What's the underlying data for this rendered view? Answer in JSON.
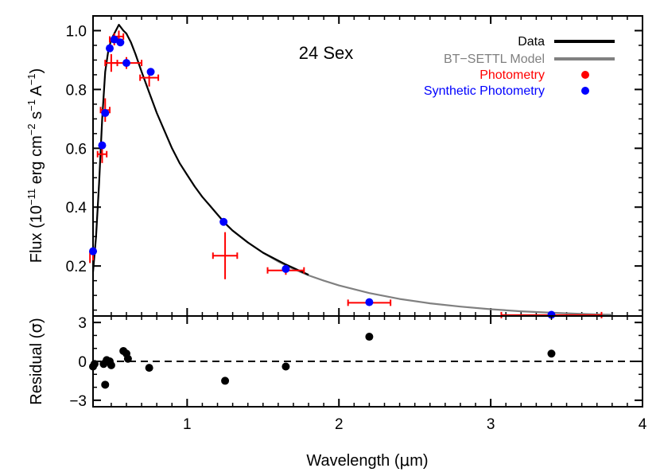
{
  "chart_data": [
    {
      "type": "line",
      "panel": "top",
      "title": "24 Sex",
      "xlabel": "",
      "ylabel": "Flux (10^{-11} erg cm^{-2} s^{-1} A^{-1})",
      "ylabel_parts": {
        "a": "Flux (10",
        "b": "−11",
        "c": " erg cm",
        "d": "−2",
        "e": " s",
        "f": "−1",
        "g": " A",
        "h": "−1",
        "i": ")"
      },
      "xlim": [
        0.38,
        4.0
      ],
      "ylim": [
        0.03,
        1.05
      ],
      "ytick_values": [
        0.2,
        0.4,
        0.6,
        0.8,
        1.0
      ],
      "ytick_labels": [
        "0.2",
        "0.4",
        "0.6",
        "0.8",
        "1.0"
      ],
      "grid": false,
      "legend_position": "top-right",
      "legend": [
        {
          "label": "Data",
          "kind": "line",
          "color": "#000000"
        },
        {
          "label": "BT−SETTL Model",
          "kind": "line",
          "color": "#808080"
        },
        {
          "label": "Photometry",
          "kind": "dot",
          "color": "#ff0000"
        },
        {
          "label": "Synthetic Photometry",
          "kind": "dot",
          "color": "#0000ff"
        }
      ],
      "series": [
        {
          "name": "Data",
          "color": "#000000",
          "x": [
            0.38,
            0.4,
            0.42,
            0.44,
            0.46,
            0.48,
            0.5,
            0.52,
            0.55,
            0.58,
            0.6,
            0.63,
            0.66,
            0.7,
            0.75,
            0.8,
            0.85,
            0.9,
            0.95,
            1.0,
            1.05,
            1.1,
            1.15,
            1.2,
            1.25,
            1.3,
            1.4,
            1.5,
            1.65,
            1.8
          ],
          "values": [
            0.18,
            0.3,
            0.48,
            0.7,
            0.86,
            0.93,
            0.97,
            0.99,
            1.02,
            1.0,
            0.99,
            0.96,
            0.92,
            0.86,
            0.79,
            0.72,
            0.66,
            0.6,
            0.55,
            0.51,
            0.47,
            0.435,
            0.405,
            0.375,
            0.345,
            0.32,
            0.28,
            0.245,
            0.205,
            0.17
          ]
        },
        {
          "name": "BT−SETTL Model",
          "color": "#808080",
          "x": [
            1.3,
            1.4,
            1.5,
            1.6,
            1.7,
            1.8,
            1.9,
            2.0,
            2.2,
            2.4,
            2.6,
            2.8,
            3.0,
            3.2,
            3.4,
            3.6,
            3.8
          ],
          "values": [
            0.32,
            0.28,
            0.245,
            0.215,
            0.19,
            0.168,
            0.15,
            0.134,
            0.108,
            0.088,
            0.073,
            0.062,
            0.053,
            0.046,
            0.041,
            0.037,
            0.034
          ]
        }
      ],
      "photometry": {
        "name": "Photometry",
        "color": "#ff0000",
        "points": [
          {
            "x": 0.36,
            "y": 0.23,
            "xerr": 0.02,
            "yerr": 0.02
          },
          {
            "x": 0.44,
            "y": 0.58,
            "xerr": 0.03,
            "yerr": 0.03
          },
          {
            "x": 0.46,
            "y": 0.73,
            "xerr": 0.03,
            "yerr": 0.04
          },
          {
            "x": 0.5,
            "y": 0.89,
            "xerr": 0.04,
            "yerr": 0.03
          },
          {
            "x": 0.52,
            "y": 0.97,
            "xerr": 0.03,
            "yerr": 0.02
          },
          {
            "x": 0.55,
            "y": 0.98,
            "xerr": 0.03,
            "yerr": 0.02
          },
          {
            "x": 0.6,
            "y": 0.89,
            "xerr": 0.1,
            "yerr": 0.02
          },
          {
            "x": 0.75,
            "y": 0.84,
            "xerr": 0.06,
            "yerr": 0.03
          },
          {
            "x": 1.25,
            "y": 0.235,
            "xerr": 0.08,
            "yerr": 0.08
          },
          {
            "x": 1.65,
            "y": 0.185,
            "xerr": 0.12,
            "yerr": 0.015
          },
          {
            "x": 2.2,
            "y": 0.075,
            "xerr": 0.14,
            "yerr": 0.01
          },
          {
            "x": 3.4,
            "y": 0.033,
            "xerr": 0.33,
            "yerr": 0.005
          }
        ]
      },
      "synthetic_photometry": {
        "name": "Synthetic Photometry",
        "color": "#0000ff",
        "points": [
          {
            "x": 0.35,
            "y": 0.25
          },
          {
            "x": 0.44,
            "y": 0.61
          },
          {
            "x": 0.46,
            "y": 0.72
          },
          {
            "x": 0.49,
            "y": 0.94
          },
          {
            "x": 0.52,
            "y": 0.97
          },
          {
            "x": 0.56,
            "y": 0.96
          },
          {
            "x": 0.6,
            "y": 0.89
          },
          {
            "x": 0.76,
            "y": 0.86
          },
          {
            "x": 1.24,
            "y": 0.35
          },
          {
            "x": 1.65,
            "y": 0.19
          },
          {
            "x": 2.2,
            "y": 0.077
          },
          {
            "x": 3.4,
            "y": 0.034
          }
        ]
      }
    },
    {
      "type": "scatter",
      "panel": "bottom",
      "xlabel": "Wavelength (μm)",
      "xlabel_parts": {
        "a": "Wavelength (",
        "b": "μ",
        "c": "m)"
      },
      "ylabel": "Residual (σ)",
      "ylabel_parts": {
        "a": "Residual (",
        "b": "σ",
        "c": ")"
      },
      "xlim": [
        0.38,
        4.0
      ],
      "ylim": [
        -3.5,
        3.5
      ],
      "xtick_values": [
        1,
        2,
        3,
        4
      ],
      "xtick_labels": [
        "1",
        "2",
        "3",
        "4"
      ],
      "ytick_values": [
        -3,
        0,
        3
      ],
      "ytick_labels": [
        "−3",
        "0",
        "3"
      ],
      "zero_line": "dashed",
      "series": [
        {
          "name": "",
          "color": "#000000",
          "x": [
            0.36,
            0.39,
            0.45,
            0.47,
            0.46,
            0.49,
            0.5,
            0.58,
            0.6,
            0.61,
            0.75,
            1.25,
            1.65,
            2.2,
            3.4
          ],
          "values": [
            -0.4,
            -0.2,
            -0.2,
            0.1,
            -1.8,
            0.0,
            -0.3,
            0.8,
            0.6,
            0.2,
            -0.5,
            -1.5,
            -0.4,
            1.9,
            0.6
          ]
        }
      ]
    }
  ]
}
